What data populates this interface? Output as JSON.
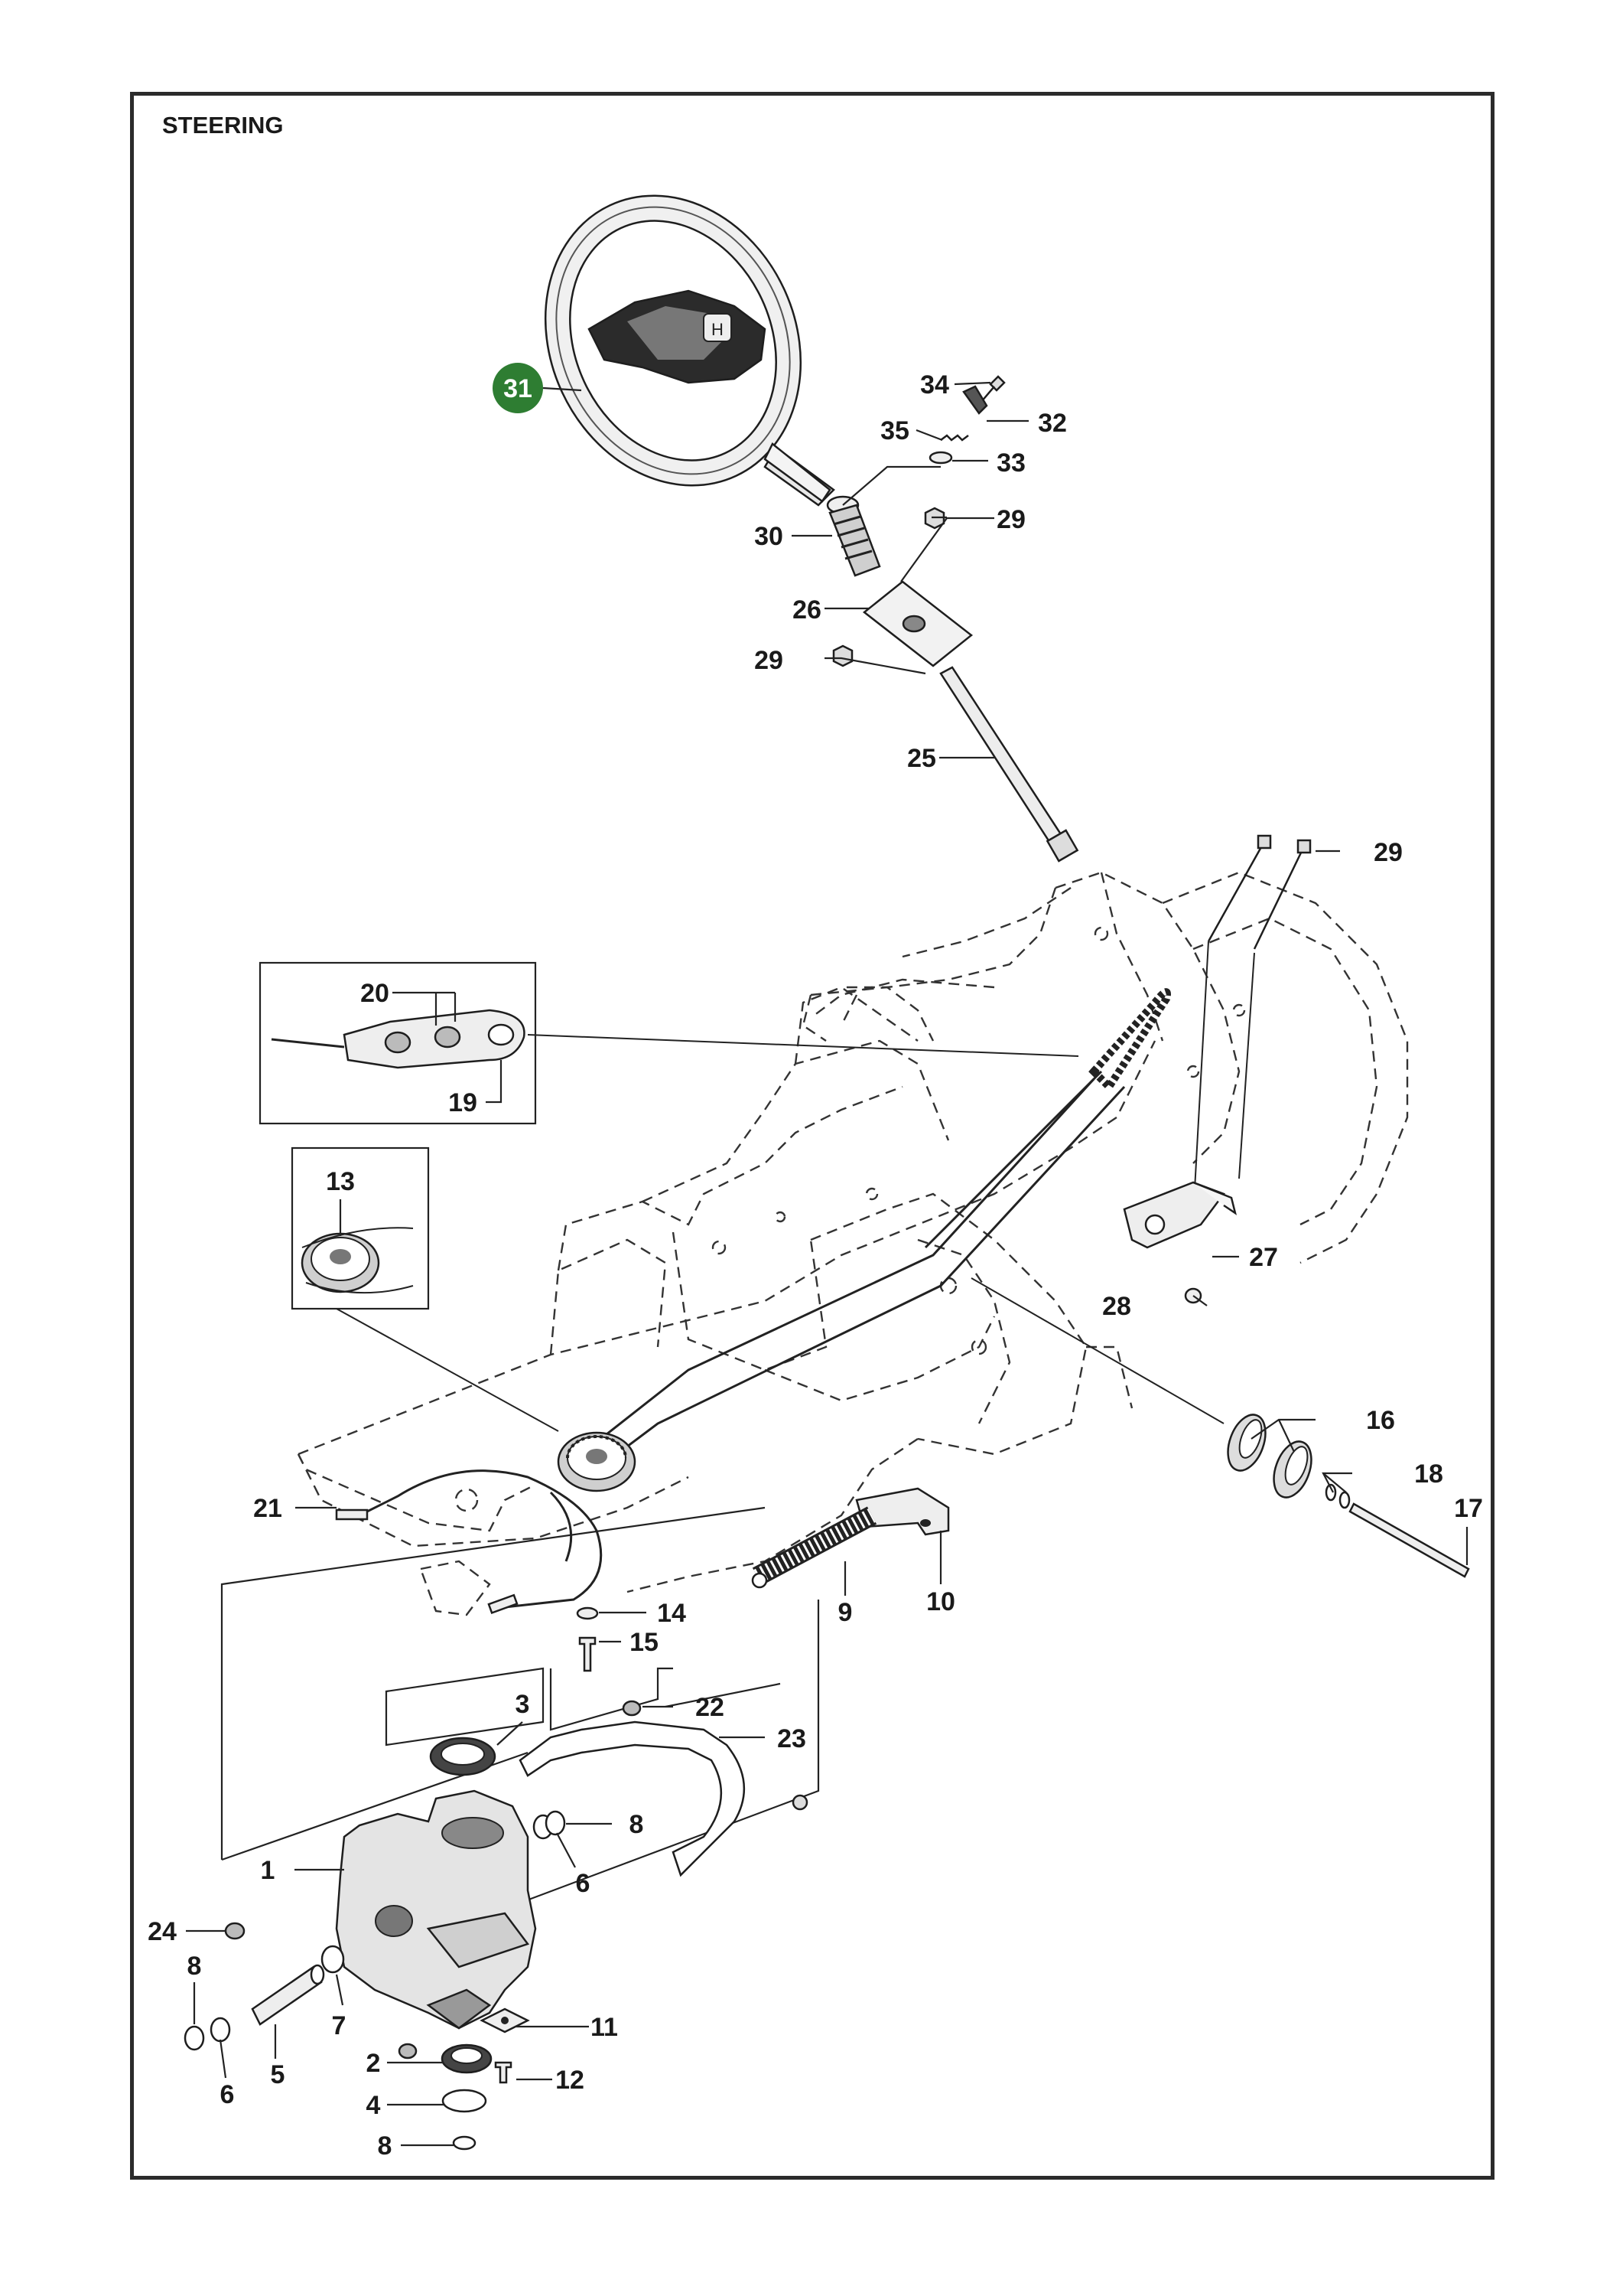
{
  "title": "STEERING",
  "highlight_color": "#2e7d32",
  "callouts": [
    {
      "id": "31",
      "text": "31",
      "highlighted": true
    },
    {
      "id": "34",
      "text": "34"
    },
    {
      "id": "32",
      "text": "32"
    },
    {
      "id": "35",
      "text": "35"
    },
    {
      "id": "33",
      "text": "33"
    },
    {
      "id": "30",
      "text": "30"
    },
    {
      "id": "29a",
      "text": "29"
    },
    {
      "id": "26",
      "text": "26"
    },
    {
      "id": "29b",
      "text": "29"
    },
    {
      "id": "25",
      "text": "25"
    },
    {
      "id": "29c",
      "text": "29"
    },
    {
      "id": "20",
      "text": "20"
    },
    {
      "id": "19",
      "text": "19"
    },
    {
      "id": "13",
      "text": "13"
    },
    {
      "id": "27",
      "text": "27"
    },
    {
      "id": "28",
      "text": "28"
    },
    {
      "id": "16",
      "text": "16"
    },
    {
      "id": "18",
      "text": "18"
    },
    {
      "id": "17",
      "text": "17"
    },
    {
      "id": "21",
      "text": "21"
    },
    {
      "id": "10",
      "text": "10"
    },
    {
      "id": "9",
      "text": "9"
    },
    {
      "id": "14",
      "text": "14"
    },
    {
      "id": "15",
      "text": "15"
    },
    {
      "id": "3",
      "text": "3"
    },
    {
      "id": "22",
      "text": "22"
    },
    {
      "id": "23",
      "text": "23"
    },
    {
      "id": "8a",
      "text": "8"
    },
    {
      "id": "6a",
      "text": "6"
    },
    {
      "id": "1",
      "text": "1"
    },
    {
      "id": "24",
      "text": "24"
    },
    {
      "id": "8b",
      "text": "8"
    },
    {
      "id": "6b",
      "text": "6"
    },
    {
      "id": "7",
      "text": "7"
    },
    {
      "id": "5",
      "text": "5"
    },
    {
      "id": "2",
      "text": "2"
    },
    {
      "id": "11",
      "text": "11"
    },
    {
      "id": "12",
      "text": "12"
    },
    {
      "id": "4",
      "text": "4"
    },
    {
      "id": "8c",
      "text": "8"
    }
  ]
}
